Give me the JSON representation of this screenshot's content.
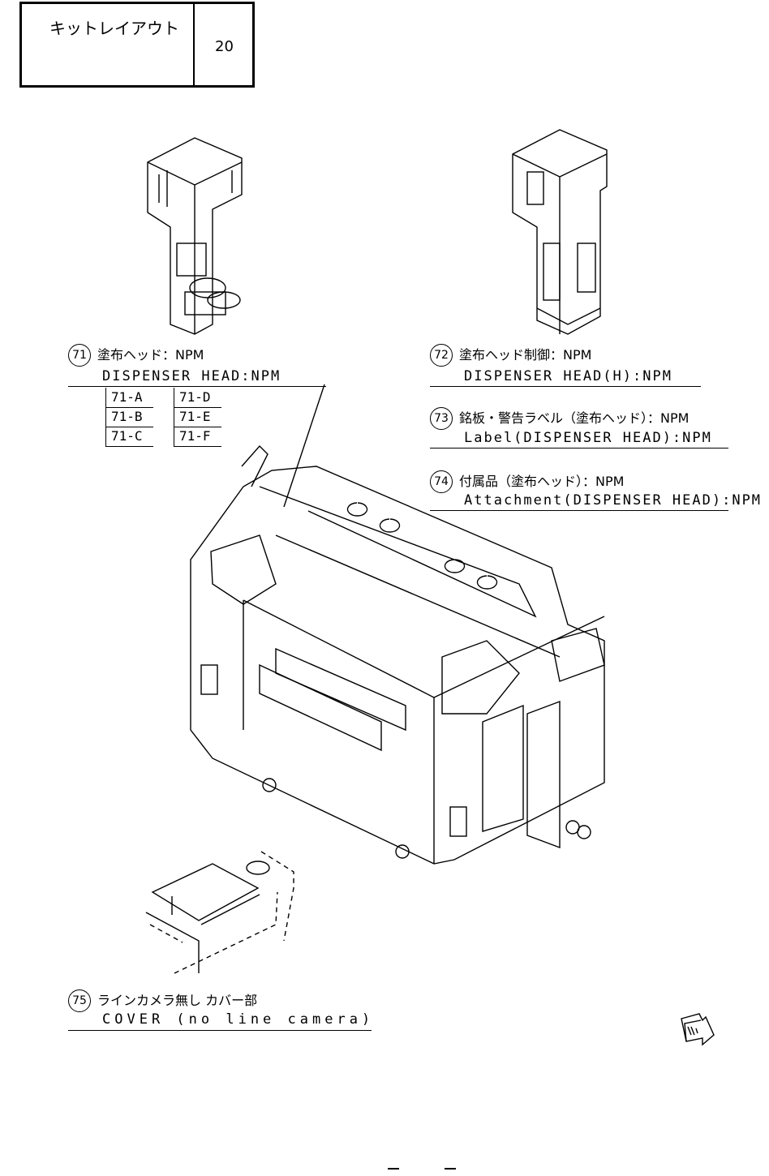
{
  "header": {
    "title": "キットレイアウト",
    "page_number": "20"
  },
  "items": [
    {
      "number": "71",
      "jp": "塗布ヘッド：NPM",
      "en": "DISPENSER HEAD:NPM"
    },
    {
      "number": "72",
      "jp": "塗布ヘッド制御：NPM",
      "en": "DISPENSER HEAD(H):NPM"
    },
    {
      "number": "73",
      "jp": "銘板・警告ラベル（塗布ヘッド）：NPM",
      "en": "Label(DISPENSER HEAD):NPM"
    },
    {
      "number": "74",
      "jp": "付属品（塗布ヘッド）：NPM",
      "en": "Attachment(DISPENSER HEAD):NPM"
    },
    {
      "number": "75",
      "jp": "ラインカメラ無し カバー部",
      "en": "COVER (no line camera)"
    }
  ],
  "variants": [
    "71-A",
    "71-D",
    "71-B",
    "71-E",
    "71-C",
    "71-F"
  ],
  "icons": {
    "forward": "fwd-arrow-icon"
  }
}
